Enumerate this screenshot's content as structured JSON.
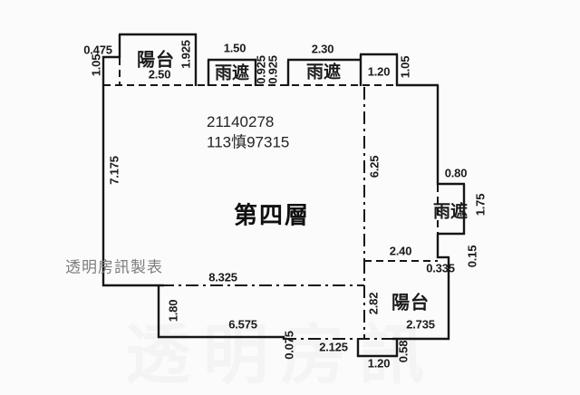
{
  "plan": {
    "floor_label": "第四層",
    "ref_number": "21140278",
    "ref_code": "113慎97315",
    "maker_watermark": "透明房訊製表",
    "faint_watermark": "透明房訊"
  },
  "rooms": {
    "balcony_top": "陽台",
    "canopy_top_left": "雨遮",
    "canopy_top_right": "雨遮",
    "canopy_right": "雨遮",
    "balcony_bottom": "陽台"
  },
  "dims": {
    "top_left_offset": "0.475",
    "top_left_height": "1.05",
    "balcony_top_width": "2.50",
    "balcony_top_height": "1.925",
    "canopy_tl_width": "1.50",
    "canopy_tl_height": "0.925",
    "canopy_tr_height": "0.925",
    "canopy_tr_width": "2.30",
    "top_notch_width": "1.20",
    "top_notch_height": "1.05",
    "left_wall_height": "7.175",
    "interior_height": "6.25",
    "canopy_r_width": "0.80",
    "canopy_r_height": "1.75",
    "right_step_height": "0.15",
    "right_step_width": "0.335",
    "balcony_b_top_width": "2.40",
    "main_bottom_width": "8.325",
    "bottom_left_drop": "1.80",
    "bottom_wall_width": "6.575",
    "bottom_step": "0.075",
    "bottom_dash_width": "2.125",
    "balcony_b_height": "2.82",
    "balcony_b_width": "2.735",
    "bottom_box_height": "0.58",
    "bottom_box_width": "1.20"
  }
}
